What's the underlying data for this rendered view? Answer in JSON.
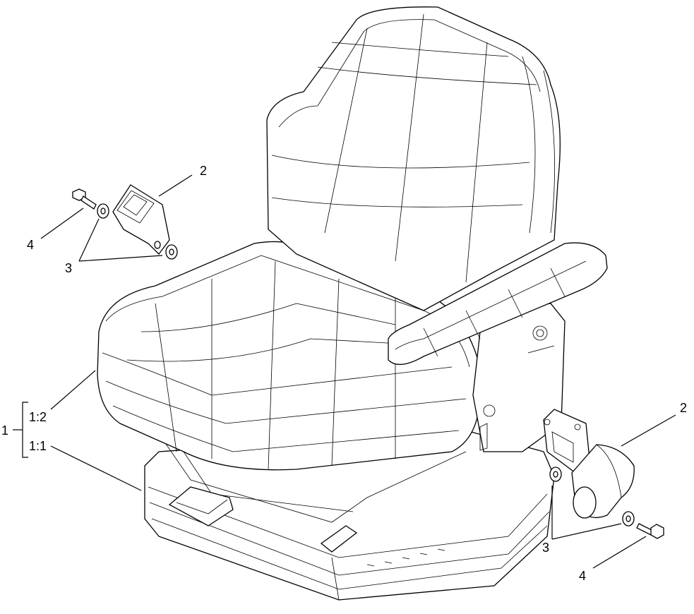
{
  "callouts": {
    "left_buckle": "2",
    "left_washers": "3",
    "left_bolt": "4",
    "assembly": "1",
    "sub_1_2": "1:2",
    "sub_1_1": "1:1",
    "right_buckle": "2",
    "right_washers": "3",
    "right_bolt": "4"
  }
}
